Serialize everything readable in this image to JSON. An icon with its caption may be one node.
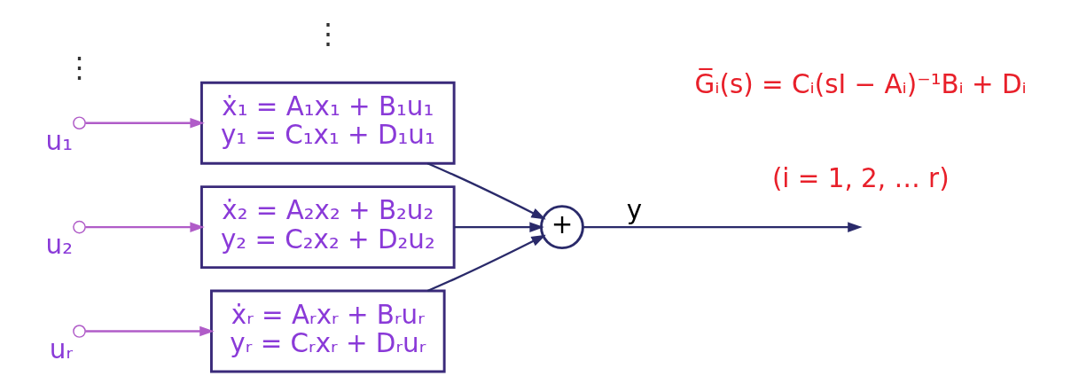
{
  "diagram": {
    "nodes": [
      {
        "text": [],
        "shape": "circle",
        "beside": [
          "u₁"
        ]
      },
      {
        "text": [],
        "shape": "circle",
        "beside": [
          "u₂"
        ]
      },
      {
        "text": [],
        "shape": "circle",
        "beside": [
          "uᵣ"
        ]
      },
      {
        "text": [
          "ẋ₁ = A₁x₁ + B₁u₁",
          "y₁ = C₁x₁ + D₁u₁"
        ]
      },
      {
        "text": [
          "ẋ₂ = A₂x₂ + B₂u₂",
          "y₂ = C₂x₂ + D₂u₂"
        ]
      },
      {
        "text": [
          "ẋᵣ = Aᵣxᵣ + Bᵣuᵣ",
          "yᵣ = Cᵣxᵣ + Dᵣuᵣ"
        ]
      },
      {
        "text": [
          "+"
        ]
      }
    ],
    "edges": [
      {
        "from": 0,
        "to": 3,
        "arrow": "to",
        "color": "#b05cc8"
      },
      {
        "from": 1,
        "to": 4,
        "arrow": "to",
        "color": "#b05cc8"
      },
      {
        "from": 2,
        "to": 5,
        "arrow": "to",
        "color": "#b05cc8"
      },
      {
        "from": 3,
        "to": 6,
        "arrow": "to"
      },
      {
        "from": 4,
        "to": 6,
        "arrow": "to"
      },
      {
        "from": 5,
        "to": 6,
        "arrow": "to"
      },
      {
        "from": 6,
        "to": null,
        "arrow": "to",
        "label": "y"
      }
    ],
    "labels": [
      "⋮",
      "⋮",
      "G̅ᵢ(s) = Cᵢ(sI − Aᵢ)⁻¹Bᵢ + Dᵢ",
      "(i = 1, 2, … r)"
    ]
  }
}
